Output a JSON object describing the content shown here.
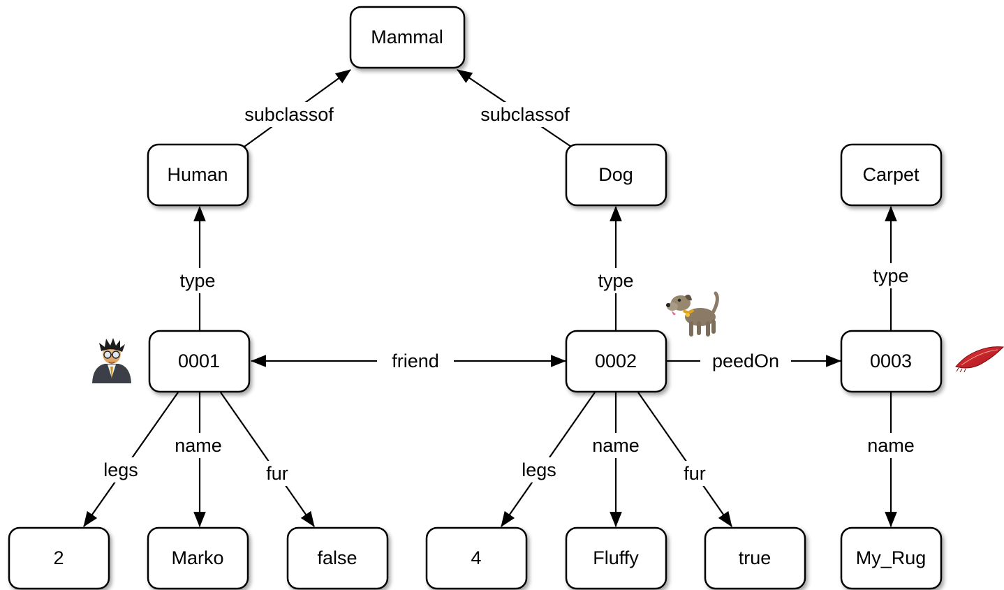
{
  "nodes": {
    "mammal": "Mammal",
    "human": "Human",
    "dog": "Dog",
    "carpet": "Carpet",
    "n0001": "0001",
    "n0002": "0002",
    "n0003": "0003",
    "legs_human": "2",
    "name_human": "Marko",
    "fur_human": "false",
    "legs_dog": "4",
    "name_dog": "Fluffy",
    "fur_dog": "true",
    "name_carpet": "My_Rug"
  },
  "edges": {
    "human_subclassof": "subclassof",
    "dog_subclassof": "subclassof",
    "type_0001": "type",
    "type_0002": "type",
    "type_0003": "type",
    "friend": "friend",
    "peedOn": "peedOn",
    "legs_0001": "legs",
    "name_0001": "name",
    "fur_0001": "fur",
    "legs_0002": "legs",
    "name_0002": "name",
    "fur_0002": "fur",
    "name_0003": "name"
  },
  "icons": {
    "person": "person-icon",
    "dog": "dog-icon",
    "rug": "rug-icon"
  }
}
